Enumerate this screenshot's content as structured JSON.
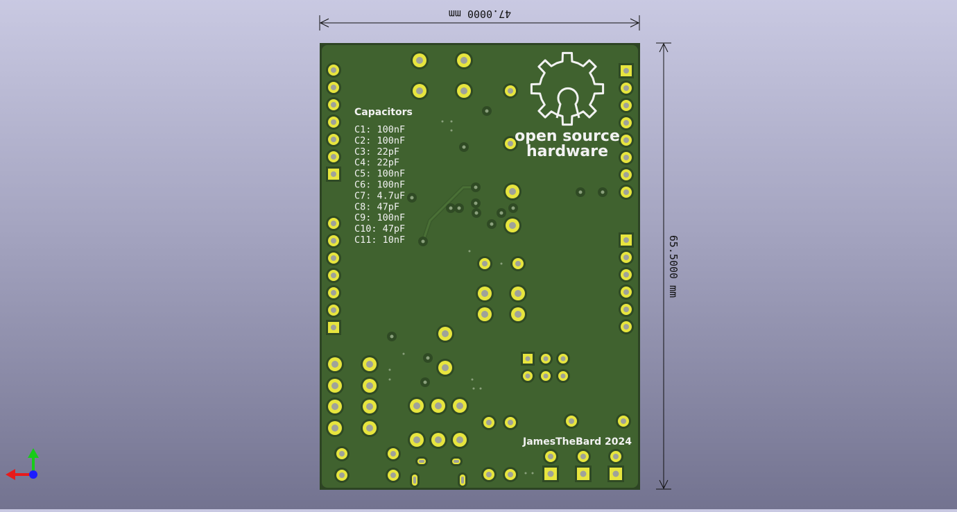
{
  "window": {
    "title": "3D Viewer"
  },
  "dimensions": {
    "width_label": "47.0000 mm",
    "height_label": "65.5000 mm"
  },
  "silkscreen": {
    "capacitors_title": "Capacitors",
    "capacitors": [
      "C1:  100nF",
      "C2:  100nF",
      "C3:  22pF",
      "C4:  22pF",
      "C5:  100nF",
      "C6:  100nF",
      "C7:  4.7uF",
      "C8:  47pF",
      "C9:  100nF",
      "C10: 47pF",
      "C11: 10nF"
    ],
    "logo_line1": "open source",
    "logo_line2": "hardware",
    "author": "JamesTheBard  2024"
  },
  "colors": {
    "board": "#40622f",
    "board_edge": "#2d4424",
    "pad_gold": "#e7e53e",
    "hole": "#9fa29a",
    "silk": "#f2f2f2",
    "axis_x": "#e81b1b",
    "axis_y": "#18cc18",
    "axis_z": "#1c1cff"
  },
  "icons": {
    "axis_gizmo": "xyz-axis-icon",
    "oshw_logo": "open-source-hardware-gear-icon"
  }
}
